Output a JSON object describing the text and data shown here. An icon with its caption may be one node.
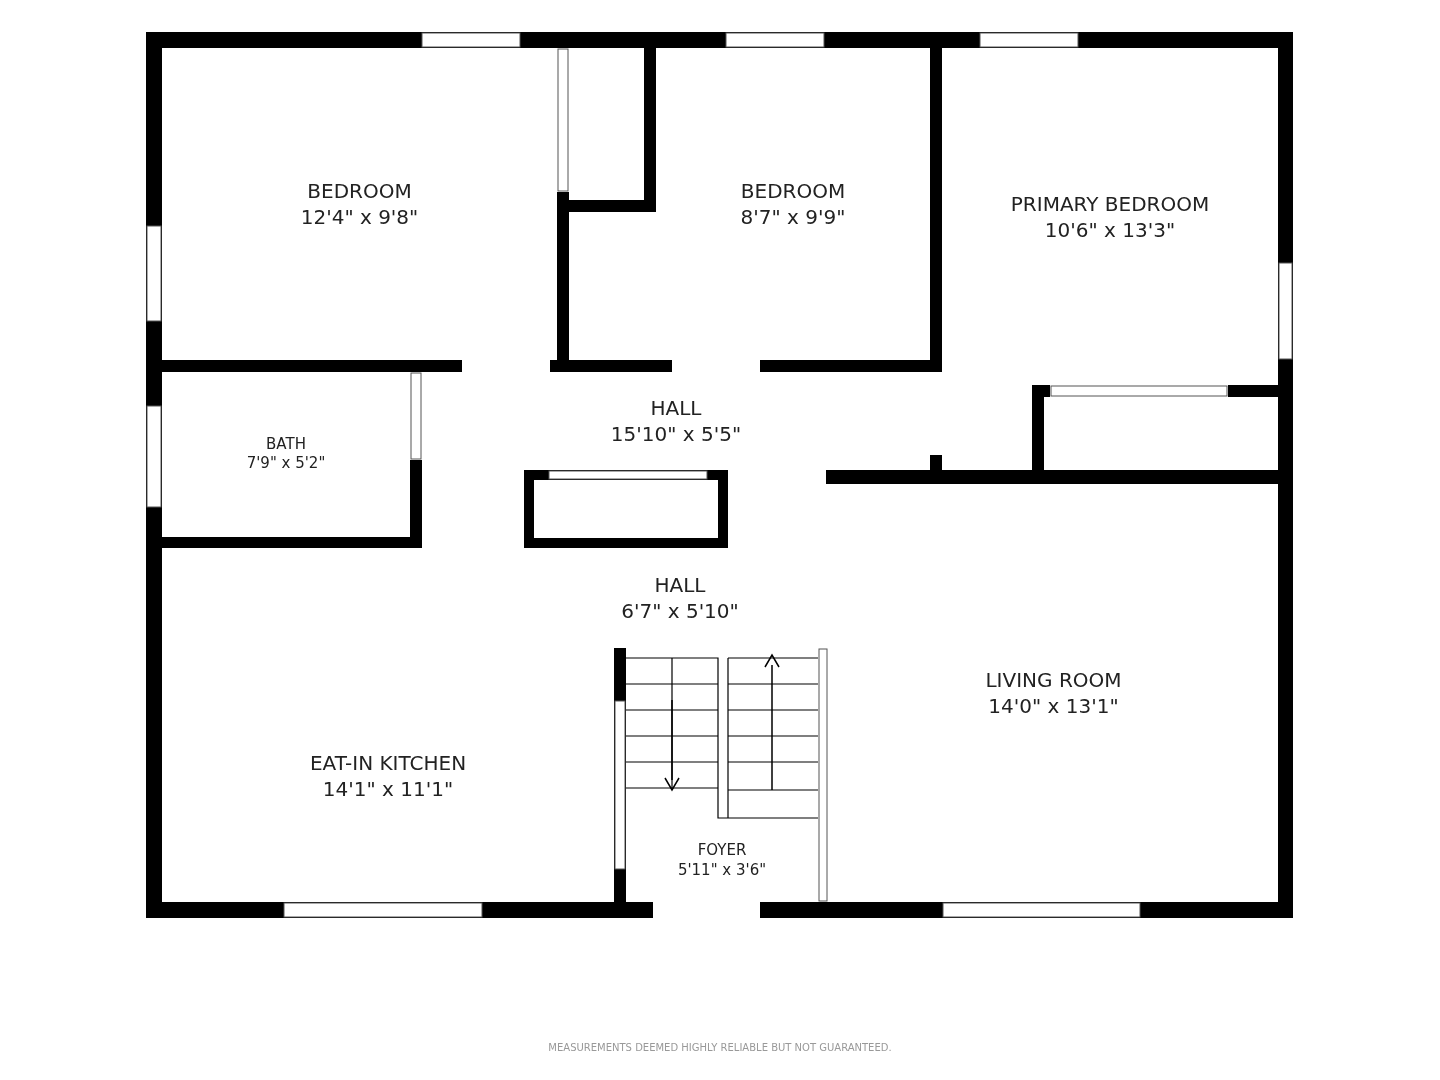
{
  "diagram": {
    "nodes": [
      {
        "text": [
          "BEDROOM",
          "12'4\" x 9'8\""
        ]
      },
      {
        "text": [
          "BEDROOM",
          "8'7\" x 9'9\""
        ]
      },
      {
        "text": [
          "PRIMARY BEDROOM",
          "10'6\" x 13'3\""
        ]
      },
      {
        "text": [
          "BATH",
          "7'9\" x 5'2\""
        ]
      },
      {
        "text": [
          "HALL",
          "15'10\" x 5'5\""
        ]
      },
      {
        "text": [
          "HALL",
          "6'7\" x 5'10\""
        ]
      },
      {
        "text": [
          "EAT-IN KITCHEN",
          "14'1\" x 11'1\""
        ]
      },
      {
        "text": [
          "LIVING ROOM",
          "14'0\" x 13'1\""
        ]
      },
      {
        "text": [
          "FOYER",
          "5'11\" x 3'6\""
        ]
      }
    ],
    "edges": [],
    "labels": [
      "MEASUREMENTS DEEMED HIGHLY RELIABLE BUT NOT GUARANTEED."
    ]
  }
}
